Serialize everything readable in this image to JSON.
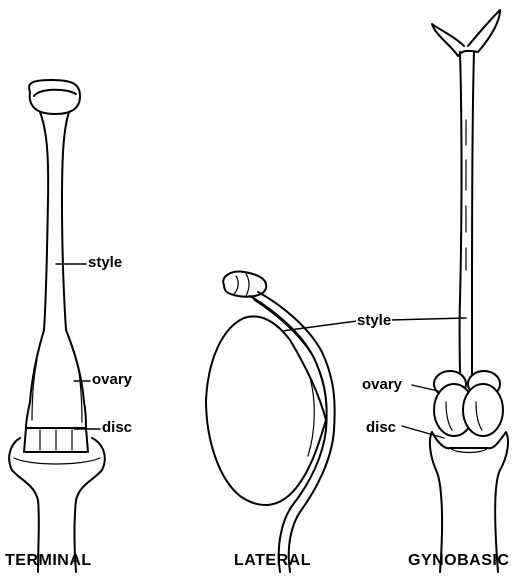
{
  "terminal": {
    "caption": "TERMINAL",
    "labels": {
      "style": "style",
      "ovary": "ovary",
      "disc": "disc"
    }
  },
  "lateral": {
    "caption": "LATERAL"
  },
  "gynobasic": {
    "caption": "GYNOBASIC",
    "labels": {
      "style": "style",
      "ovary": "ovary",
      "disc": "disc"
    }
  }
}
